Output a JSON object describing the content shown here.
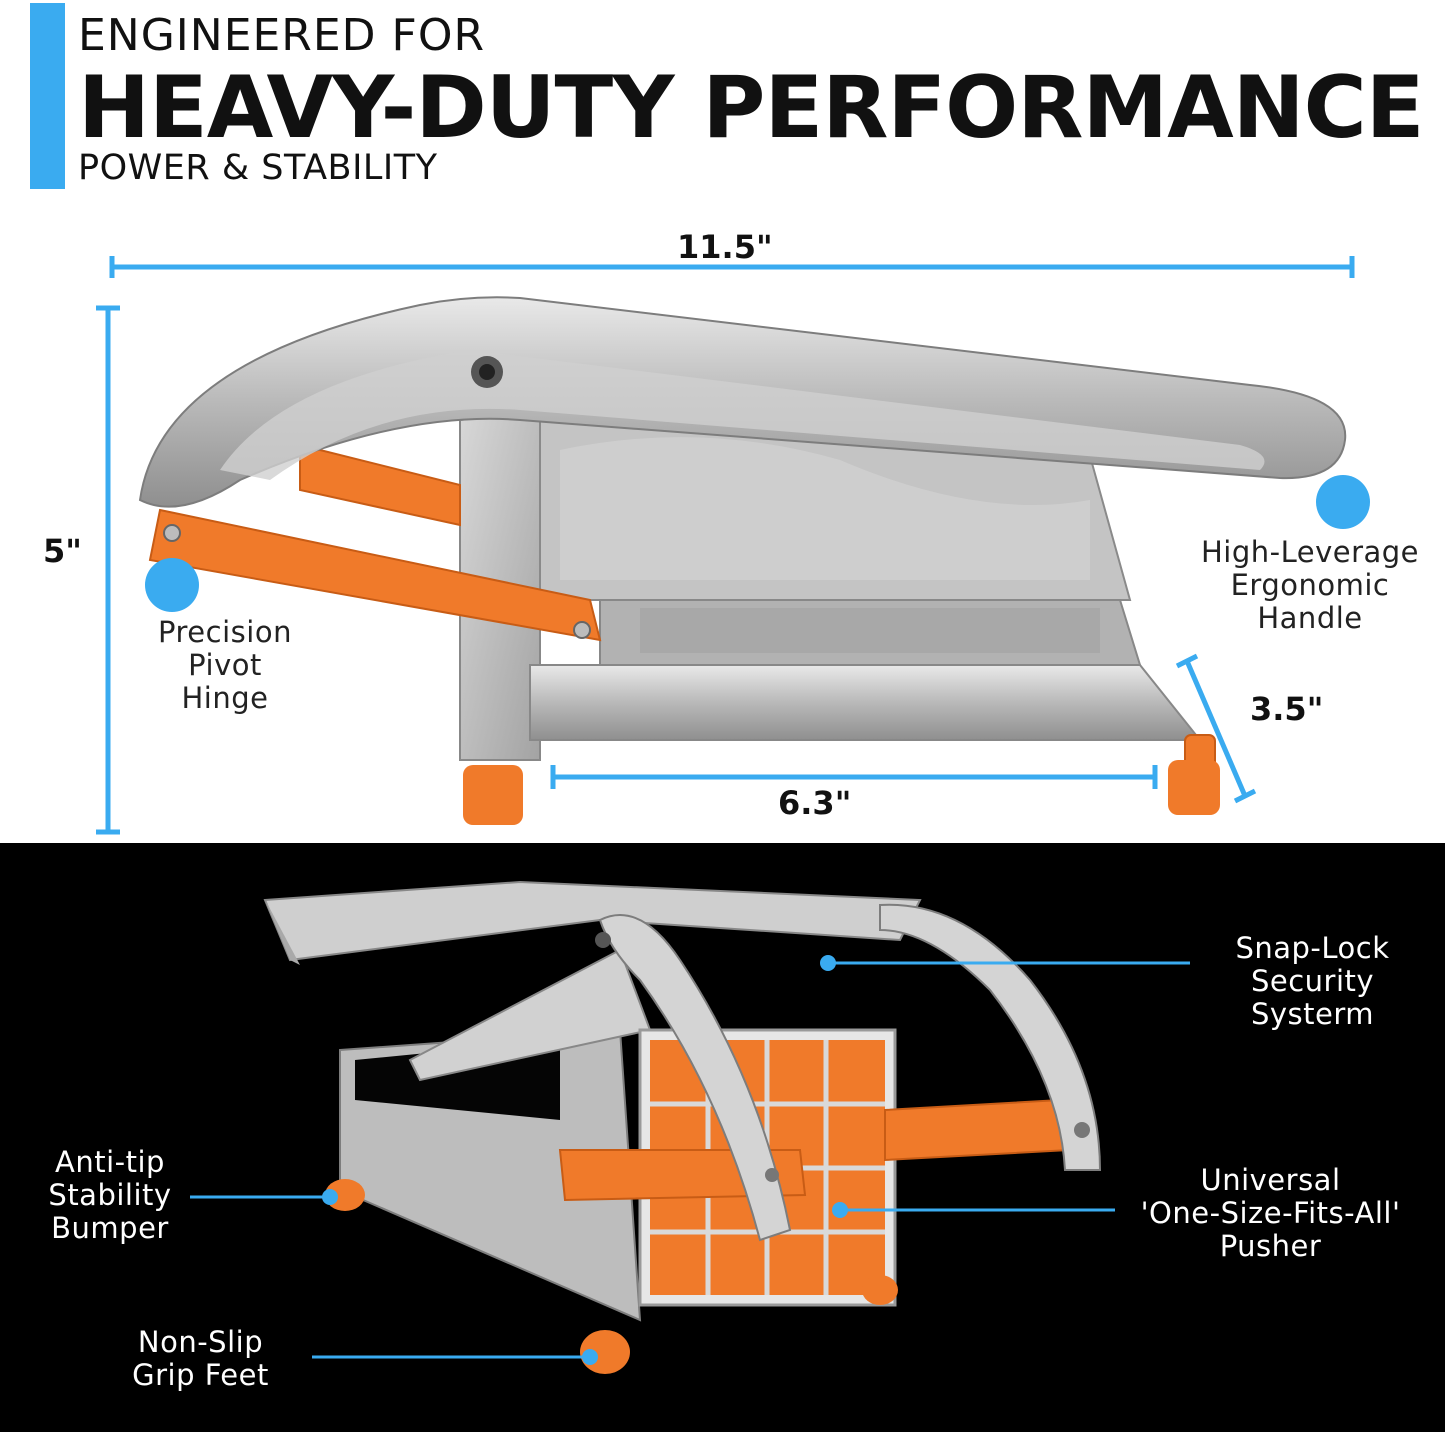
{
  "header": {
    "line1": "ENGINEERED FOR",
    "line2": "HEAVY-DUTY PERFORMANCE",
    "line3": "POWER & STABILITY"
  },
  "dimensions": {
    "length": "11.5\"",
    "height": "5\"",
    "depth": "3.5\"",
    "base_length": "6.3\""
  },
  "callouts_top": [
    {
      "lines": [
        "Precision",
        "Pivot",
        "Hinge"
      ]
    },
    {
      "lines": [
        "High-Leverage",
        "Ergonomic",
        "Handle"
      ]
    }
  ],
  "callouts_bottom": [
    {
      "lines": [
        "Snap-Lock",
        "Security",
        "Systerm"
      ]
    },
    {
      "lines": [
        "Anti-tip",
        "Stability",
        "Bumper"
      ]
    },
    {
      "lines": [
        "Universal",
        "'One-Size-Fits-All'",
        "Pusher"
      ]
    },
    {
      "lines": [
        "Non-Slip",
        "Grip Feet"
      ]
    }
  ],
  "colors": {
    "accent": "#3aabf0",
    "orange": "#f07a2a",
    "steel": "#c9c9c9",
    "dark_bg": "#000000"
  }
}
